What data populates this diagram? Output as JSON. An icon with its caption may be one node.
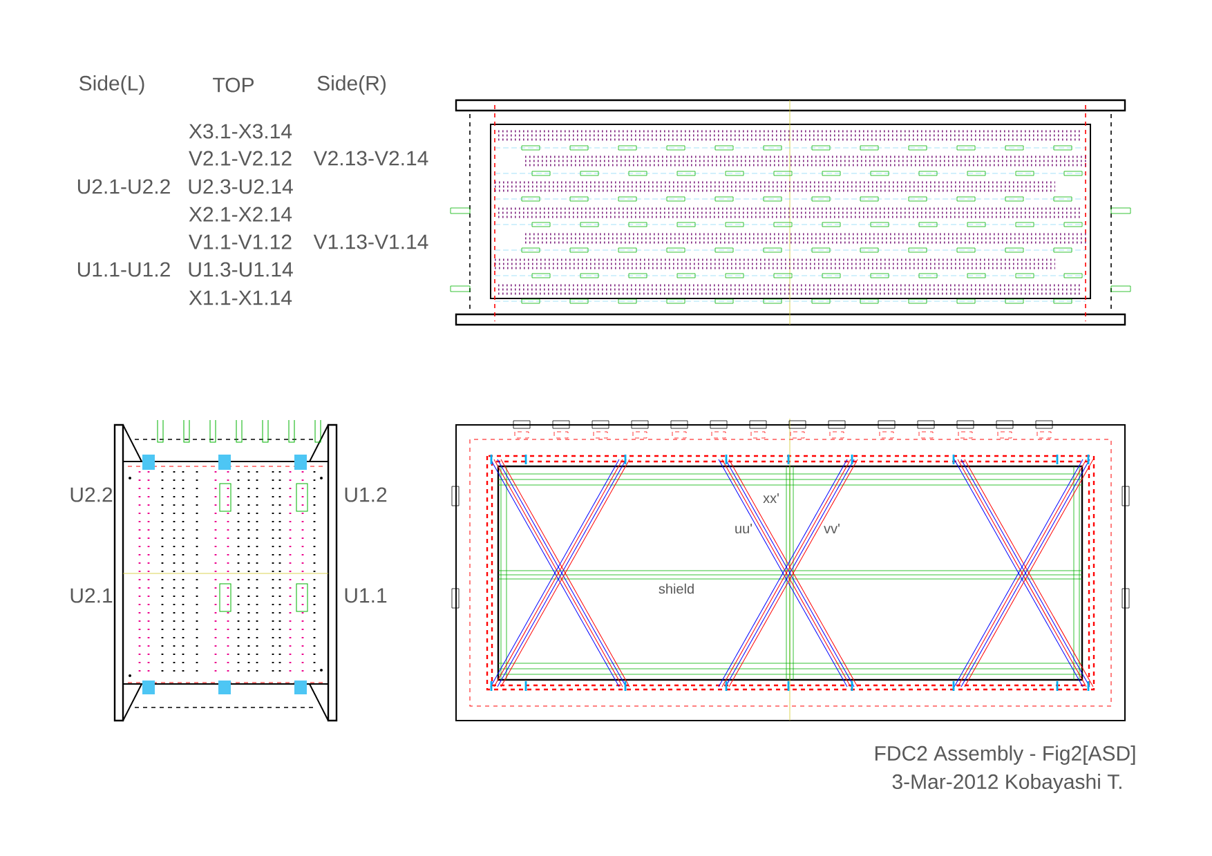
{
  "diagram": {
    "labels": [
      "Side(L)",
      "TOP",
      "Side(R)",
      "X3.1-X3.14",
      "V2.1-V2.12",
      "V2.13-V2.14",
      "U2.1-U2.2",
      "U2.3-U2.14",
      "X2.1-X2.14",
      "V1.1-V1.12",
      "V1.13-V1.14",
      "U1.1-U1.2",
      "U1.3-U1.14",
      "X1.1-X1.14",
      "U2.2",
      "U1.2",
      "xx'",
      "uu'",
      "vv'",
      "U2.1",
      "U1.1",
      "shield",
      "FDC2 Assembly - Fig2[ASD]",
      "3-Mar-2012 Kobayashi T."
    ]
  }
}
